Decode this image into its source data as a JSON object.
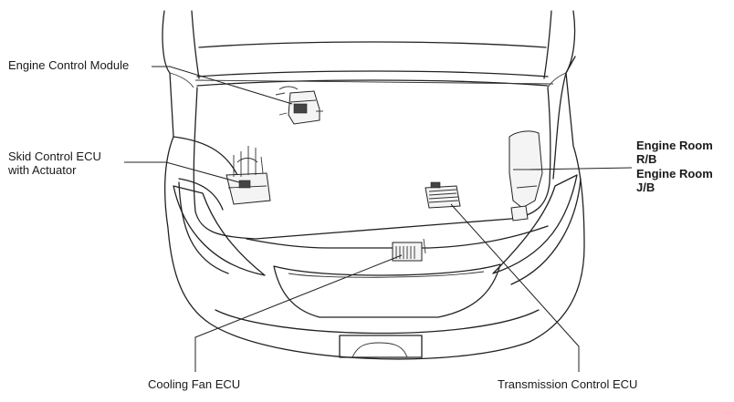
{
  "labels": {
    "engine_control_module": "Engine Control Module",
    "skid_control_line1": "Skid Control ECU",
    "skid_control_line2": "with Actuator",
    "engine_room_rb_line1": "Engine Room",
    "engine_room_rb_line2": "R/B",
    "engine_room_jb_line1": "Engine Room",
    "engine_room_jb_line2": "J/B",
    "cooling_fan_ecu": "Cooling Fan ECU",
    "transmission_control_ecu": "Transmission Control ECU"
  },
  "colors": {
    "line": "#222222",
    "background": "#ffffff"
  }
}
